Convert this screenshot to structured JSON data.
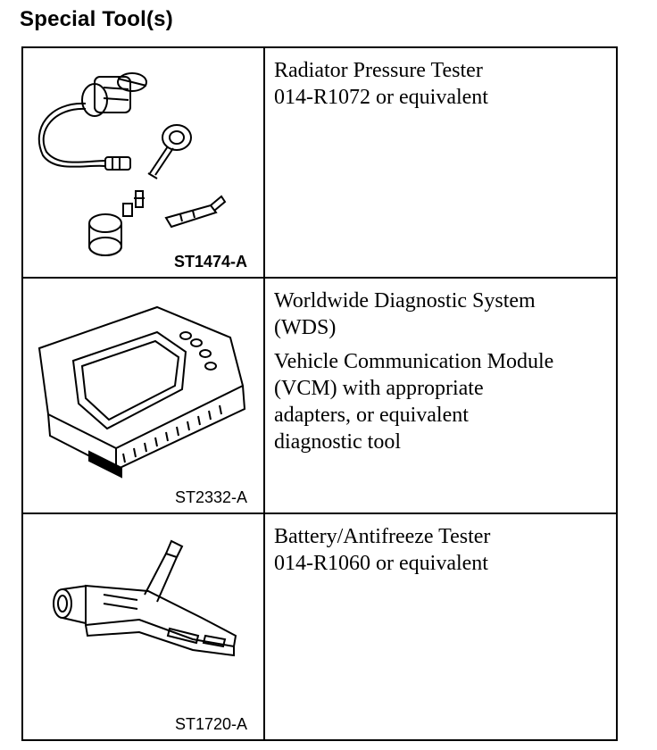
{
  "heading": "Special Tool(s)",
  "tools": [
    {
      "code": "ST1474-A",
      "icon": "radiator-pressure-tester-illustration",
      "paragraphs": [
        [
          "Radiator Pressure Tester",
          "014-R1072 or equivalent"
        ]
      ]
    },
    {
      "code": "ST2332-A",
      "icon": "diagnostic-tablet-illustration",
      "paragraphs": [
        [
          "Worldwide Diagnostic System",
          "(WDS)"
        ],
        [
          "Vehicle Communication Module",
          "(VCM) with appropriate",
          "adapters, or equivalent",
          "diagnostic tool"
        ]
      ]
    },
    {
      "code": "ST1720-A",
      "icon": "refractometer-illustration",
      "paragraphs": [
        [
          "Battery/Antifreeze Tester",
          "014-R1060 or equivalent"
        ]
      ]
    }
  ]
}
